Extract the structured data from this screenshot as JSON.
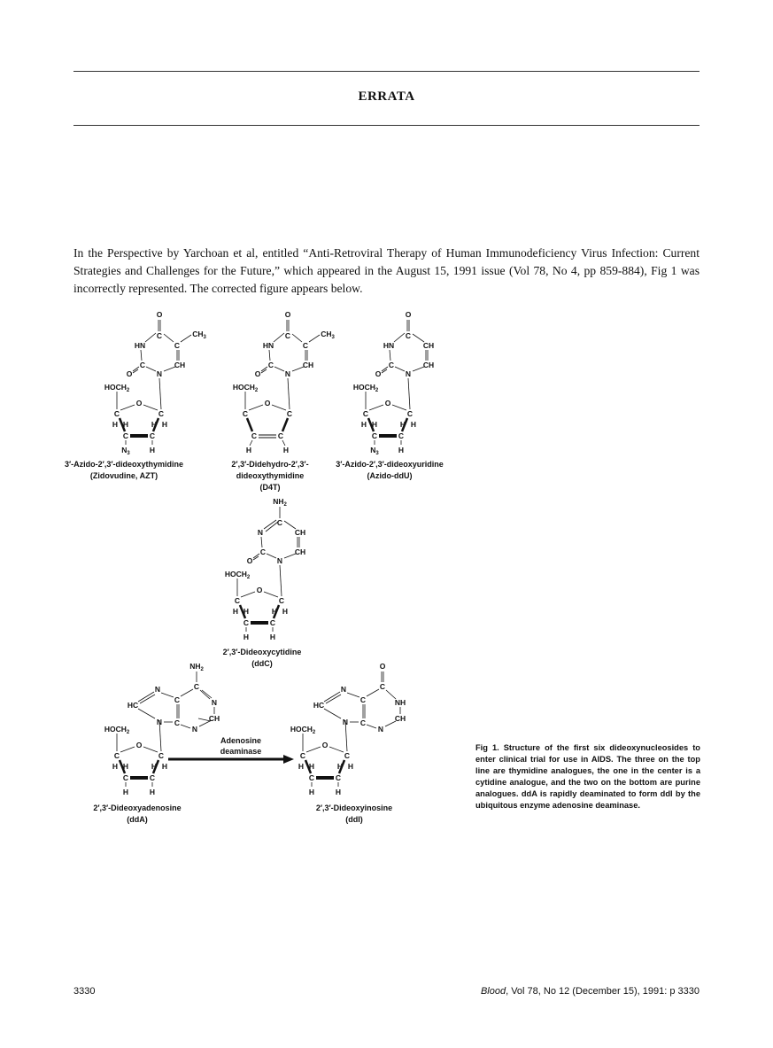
{
  "header": {
    "title": "ERRATA"
  },
  "intro": "In the Perspective by Yarchoan et al, entitled “Anti-Retroviral Therapy of Human Immunodeficiency Virus Infection: Current Strategies and Challenges for the Future,” which appeared in the August 15, 1991 issue (Vol 78, No 4, pp 859-884), Fig 1 was incorrectly represented. The corrected figure appears below.",
  "figure": {
    "compounds": [
      {
        "name": "3′-Azido-2′,3′-dideoxythymidine",
        "abbr": "(Zidovudine, AZT)"
      },
      {
        "name": "2′,3′-Didehydro-2′,3′-",
        "name2": "dideoxythymidine",
        "abbr": "(D4T)"
      },
      {
        "name": "3′-Azido-2′,3′-dideoxyuridine",
        "abbr": "(Azido-ddU)"
      },
      {
        "name": "2′,3′-Dideoxycytidine",
        "abbr": "(ddC)"
      },
      {
        "name": "2′,3′-Dideoxyadenosine",
        "abbr": "(ddA)"
      },
      {
        "name": "2′,3′-Dideoxyinosine",
        "abbr": "(ddI)"
      }
    ],
    "arrow_label_1": "Adenosine",
    "arrow_label_2": "deaminase",
    "caption": "Fig 1.  Structure of the first six dideoxynucleosides to enter clinical trial for use in AIDS. The three on the top line are thymidine analogues, the one in the center is a cytidine analogue, and the two on the bottom are purine analogues. ddA is rapidly deaminated to form ddI by the ubiquitous enzyme adenosine deaminase."
  },
  "footer": {
    "page_number": "3330",
    "journal": "Blood",
    "citation": ", Vol 78, No 12 (December 15), 1991: p 3330"
  }
}
